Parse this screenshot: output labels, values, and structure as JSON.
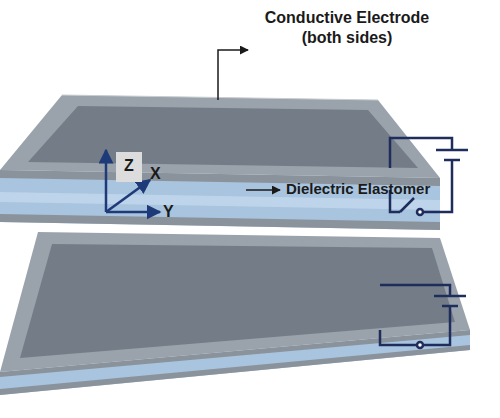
{
  "diagram": {
    "labels": [
      "Conductive Electrode (both sides)",
      "Dielectric Elastomer",
      "Z",
      "X",
      "Y"
    ]
  }
}
